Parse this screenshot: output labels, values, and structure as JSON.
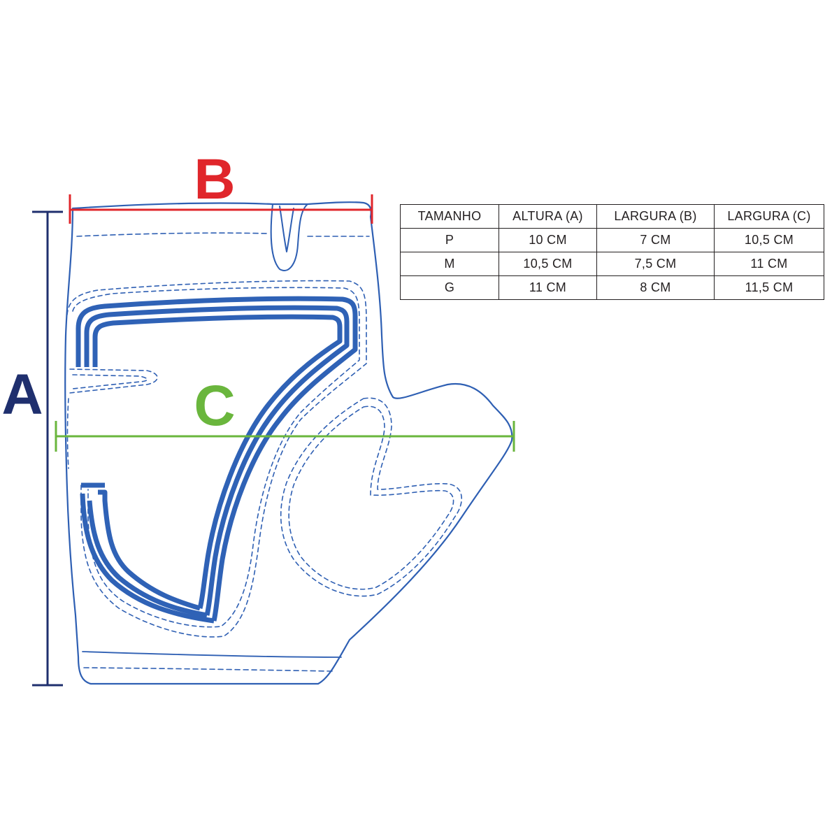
{
  "labels": {
    "a": "A",
    "b": "B",
    "c": "C"
  },
  "colors": {
    "outline": "#2e5fb3",
    "stripe": "#2f62b6",
    "dim_a": "#1f2f6e",
    "dim_b": "#e0262b",
    "dim_c": "#6ab63d",
    "text": "#231f20"
  },
  "size_table": {
    "headers": [
      "TAMANHO",
      "ALTURA (A)",
      "LARGURA (B)",
      "LARGURA (C)"
    ],
    "rows": [
      [
        "P",
        "10 CM",
        "7 CM",
        "10,5 CM"
      ],
      [
        "M",
        "10,5 CM",
        "7,5 CM",
        "11 CM"
      ],
      [
        "G",
        "11 CM",
        "8 CM",
        "11,5 CM"
      ]
    ]
  }
}
